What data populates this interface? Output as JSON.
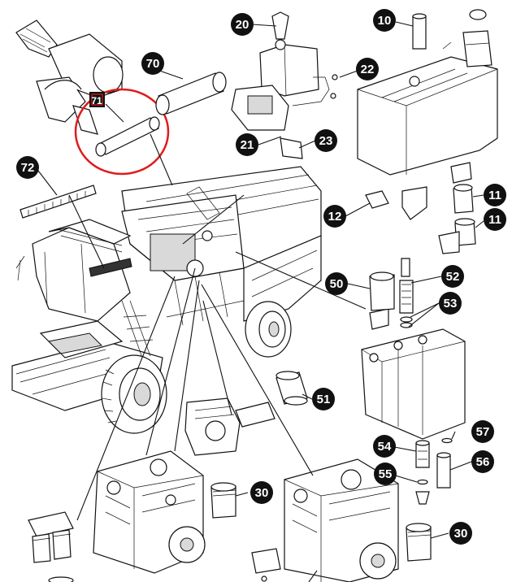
{
  "callouts": {
    "c10": "10",
    "c11a": "11",
    "c11b": "11",
    "c12": "12",
    "c20": "20",
    "c21": "21",
    "c22": "22",
    "c23": "23",
    "c30a": "30",
    "c30b": "30",
    "c50": "50",
    "c51": "51",
    "c52": "52",
    "c53": "53",
    "c54": "54",
    "c55": "55",
    "c56": "56",
    "c57": "57",
    "c70": "70",
    "c71": "71",
    "c72": "72"
  },
  "colors": {
    "highlight": "#e01b1b",
    "callout_fill": "#111111"
  }
}
